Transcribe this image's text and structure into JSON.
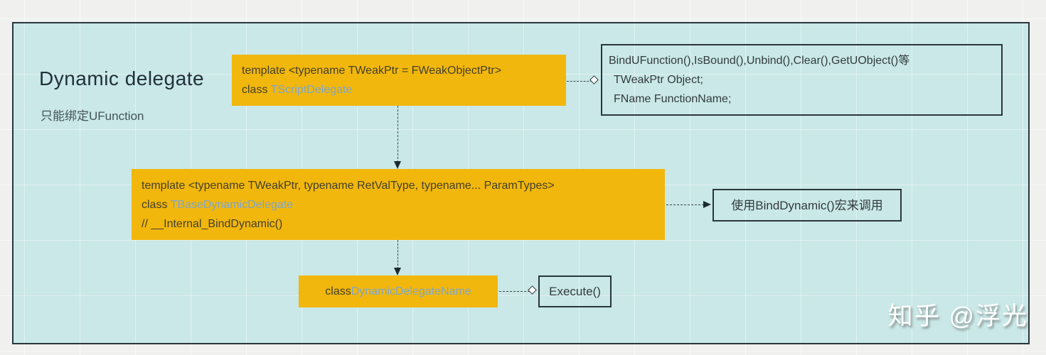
{
  "title": {
    "text": "Dynamic delegate",
    "subtitle": "只能绑定UFunction"
  },
  "boxes": {
    "tscript": {
      "line1": "template <typename TWeakPtr = FWeakObjectPtr>",
      "keyword": "class ",
      "class_name": "TScriptDelegate"
    },
    "tscript_members": {
      "line1": "BindUFunction(),IsBound(),Unbind(),Clear(),GetUObject()等",
      "line2": "TWeakPtr Object;",
      "line3": "FName FunctionName;"
    },
    "tbase": {
      "line1": "template <typename TWeakPtr, typename RetValType, typename... ParamTypes>",
      "keyword": "class ",
      "class_name": "TBaseDynamicDelegate",
      "line3": "// __Internal_BindDynamic()"
    },
    "bind_note": {
      "text": "使用BindDynamic()宏来调用"
    },
    "dyn_name": {
      "keyword": "class ",
      "class_name": "DynamicDelegateName"
    },
    "execute": {
      "text": "Execute()"
    }
  },
  "watermark": {
    "text": "知乎 @浮光"
  },
  "colors": {
    "node_fill": "#F2B70C",
    "panel_bg": "#C9E8E7",
    "panel_border": "#2A363D",
    "class_name_blue": "#7EA6C8",
    "outer_bg": "#F0F0EE"
  }
}
